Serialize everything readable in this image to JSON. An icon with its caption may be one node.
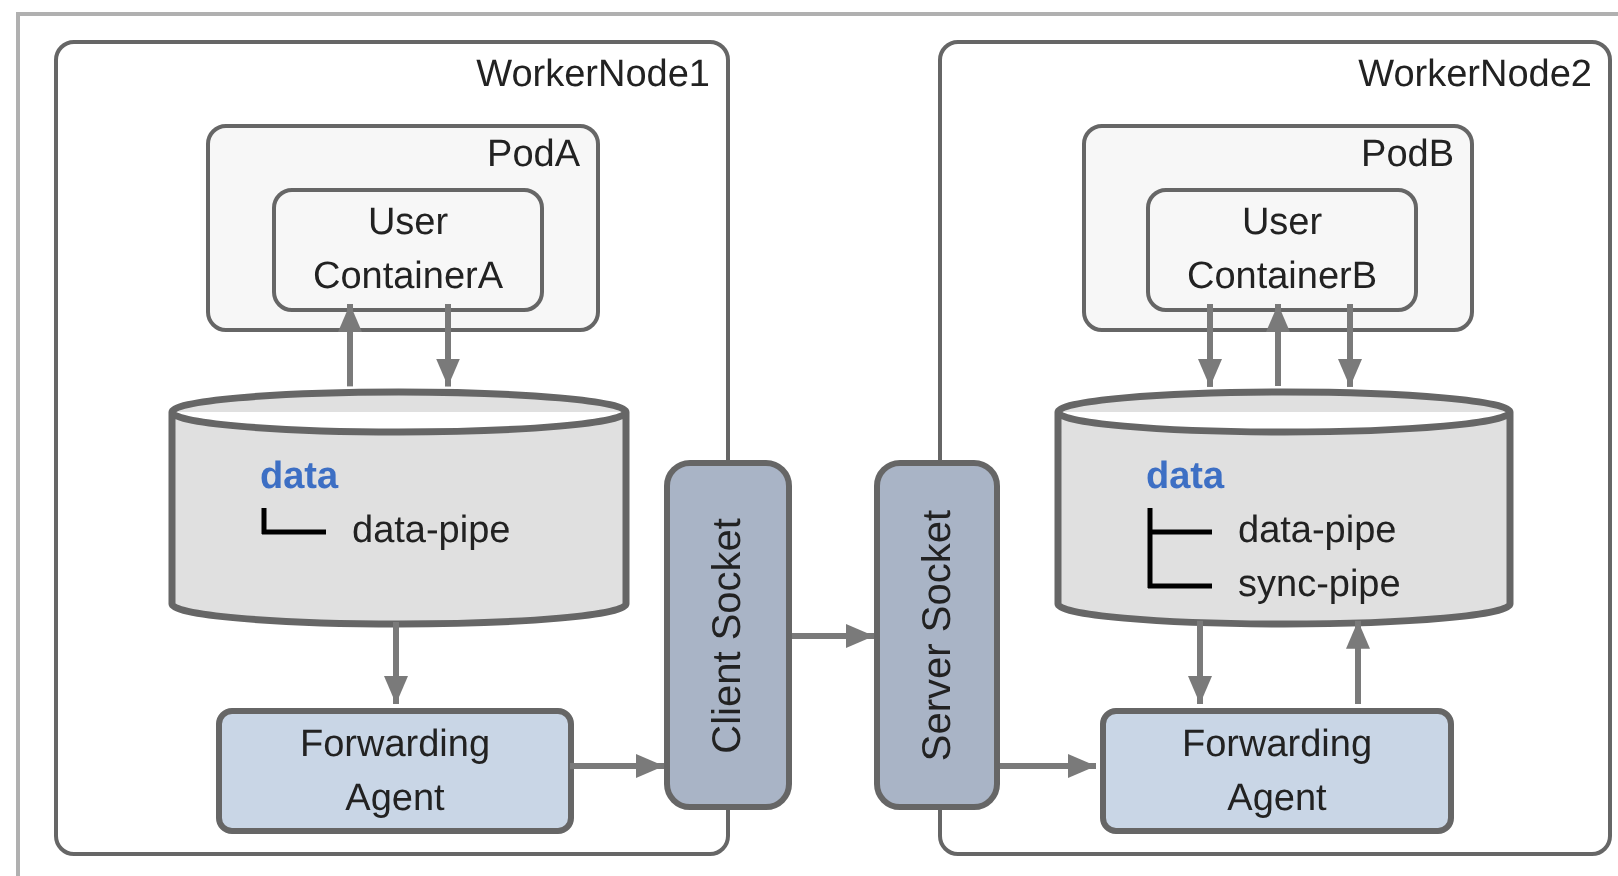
{
  "diagram": {
    "nodes": [
      {
        "text": [
          "WorkerNode1"
        ]
      },
      {
        "text": [
          "PodA"
        ],
        "in": 0
      },
      {
        "text": [
          "User ContainerA"
        ],
        "in": 1
      },
      {
        "text": [
          "data",
          "data-pipe"
        ],
        "in": 0
      },
      {
        "text": [
          "Forwarding Agent"
        ],
        "in": 0
      },
      {
        "text": [
          "Client Socket"
        ]
      },
      {
        "text": [
          "Server Socket"
        ]
      },
      {
        "text": [
          "WorkerNode2"
        ]
      },
      {
        "text": [
          "PodB"
        ],
        "in": 7
      },
      {
        "text": [
          "User ContainerB"
        ],
        "in": 8
      },
      {
        "text": [
          "data",
          "data-pipe",
          "sync-pipe"
        ],
        "in": 7
      },
      {
        "text": [
          "Forwarding Agent"
        ],
        "in": 7
      }
    ],
    "edges": [
      {
        "from": 3,
        "to": 2,
        "arrow": "to"
      },
      {
        "from": 2,
        "to": 3,
        "arrow": "to"
      },
      {
        "from": 3,
        "to": 4,
        "arrow": "to"
      },
      {
        "from": 4,
        "to": 5,
        "arrow": "to"
      },
      {
        "from": 5,
        "to": 6,
        "arrow": "to"
      },
      {
        "from": 6,
        "to": 11,
        "arrow": "to"
      },
      {
        "from": 9,
        "to": 10,
        "arrow": "to"
      },
      {
        "from": 10,
        "to": 9,
        "arrow": "to"
      },
      {
        "from": 9,
        "to": 10,
        "arrow": "to"
      },
      {
        "from": 10,
        "to": 11,
        "arrow": "to"
      },
      {
        "from": 11,
        "to": 10,
        "arrow": "to"
      }
    ]
  }
}
